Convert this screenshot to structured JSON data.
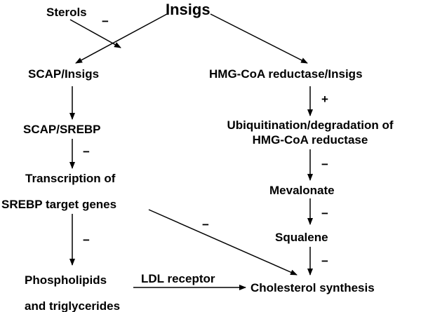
{
  "nodes": {
    "insigs": "Insigs",
    "sterols": "Sterols",
    "scap_insigs": "SCAP/Insigs",
    "hmgcoa_insigs": "HMG-CoA reductase/Insigs",
    "scap_srebp": "SCAP/SREBP",
    "ubiq_line1": "Ubiquitination/degradation of",
    "ubiq_line2": "HMG-CoA reductase",
    "transcription_line1": "Transcription of",
    "transcription_line2": "SREBP target genes",
    "mevalonate": "Mevalonate",
    "squalene": "Squalene",
    "phospholipids_line1": "Phospholipids",
    "phospholipids_line2": "and triglycerides",
    "ldl_receptor": "LDL receptor",
    "cholesterol": "Cholesterol synthesis"
  },
  "signs": {
    "sterols_effect": "−",
    "hmgcoa_to_ubiq": "+",
    "scap_srebp_to_transcription": "−",
    "ubiq_to_mevalonate": "−",
    "mevalonate_to_squalene": "−",
    "srebp_to_cholesterol": "−",
    "transcription_to_phospholipids": "−",
    "squalene_to_cholesterol": "−"
  }
}
